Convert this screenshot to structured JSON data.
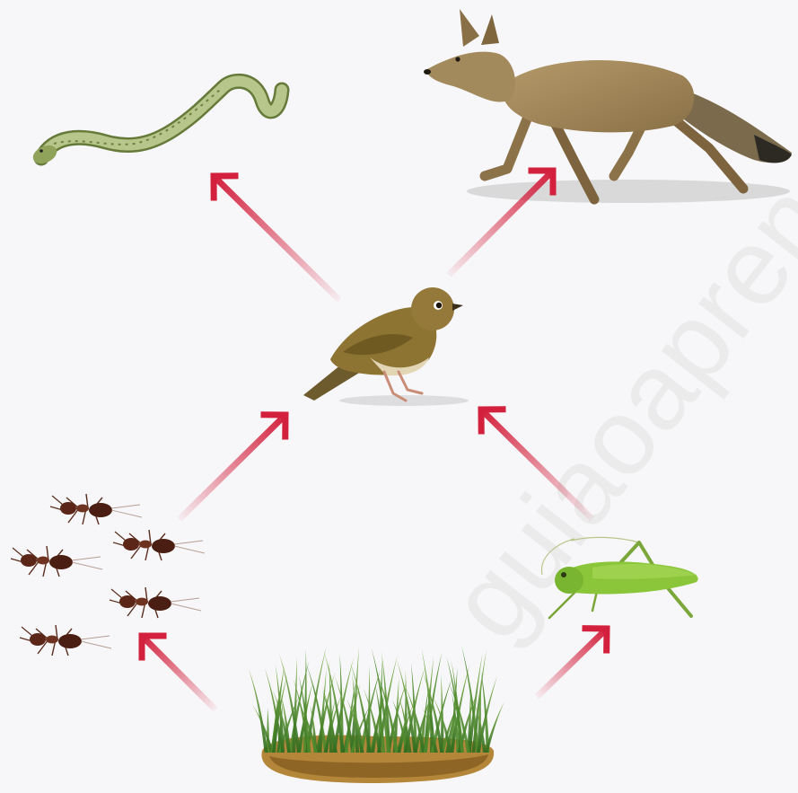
{
  "diagram": {
    "organisms": [
      {
        "id": "grass",
        "icon": "grass-icon"
      },
      {
        "id": "ants",
        "icon": "ants-icon"
      },
      {
        "id": "grasshopper",
        "icon": "grasshopper-icon"
      },
      {
        "id": "bird",
        "icon": "bird-icon"
      },
      {
        "id": "snake",
        "icon": "snake-icon"
      },
      {
        "id": "fox",
        "icon": "fox-icon"
      }
    ],
    "links": [
      {
        "from": "grass",
        "to": "ants"
      },
      {
        "from": "grass",
        "to": "grasshopper"
      },
      {
        "from": "ants",
        "to": "bird"
      },
      {
        "from": "grasshopper",
        "to": "bird"
      },
      {
        "from": "bird",
        "to": "snake"
      },
      {
        "from": "bird",
        "to": "fox"
      }
    ],
    "arrow_color": "#d3203c",
    "watermark": "guiaoapren"
  }
}
